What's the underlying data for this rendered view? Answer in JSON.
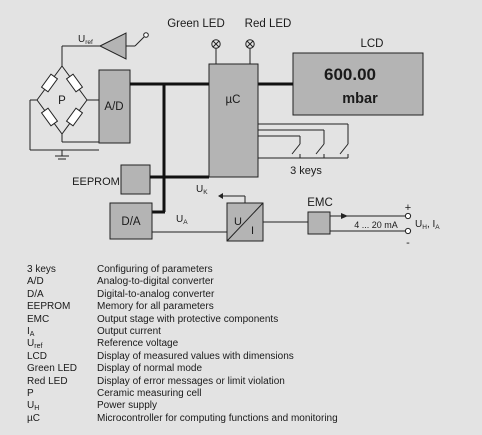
{
  "diagram": {
    "leds": {
      "green": "Green LED",
      "red": "Red LED"
    },
    "lcd": {
      "label": "LCD",
      "value": "600.00",
      "unit": "mbar"
    },
    "blocks": {
      "ad": "A/D",
      "uc": "µC",
      "eeprom": "EEPROM",
      "da": "D/A",
      "emc": "EMC",
      "bridge": "P"
    },
    "keys_label": "3 keys",
    "signals": {
      "uref_main": "U",
      "uref_sub": "ref",
      "uk_main": "U",
      "uk_sub": "K",
      "ua_main": "U",
      "ua_sub": "A",
      "output_range": "4 ... 20 mA",
      "uh_main": "U",
      "uh_sub": "H",
      "ia_main": "I",
      "ia_sub": "A",
      "separator": ", ",
      "plus": "+",
      "minus": "-",
      "converter_u": "U",
      "converter_i": "I"
    }
  },
  "legend": [
    {
      "term": "3 keys",
      "desc": "Configuring of parameters"
    },
    {
      "term": "A/D",
      "desc": "Analog-to-digital converter"
    },
    {
      "term": "D/A",
      "desc": "Digital-to-analog converter"
    },
    {
      "term": "EEPROM",
      "desc": "Memory for all parameters"
    },
    {
      "term": "EMC",
      "desc": "Output stage with protective components"
    },
    {
      "term": "I",
      "term_sub": "A",
      "desc": "Output current"
    },
    {
      "term": "U",
      "term_sub": "ref",
      "desc": "Reference voltage"
    },
    {
      "term": "LCD",
      "desc": "Display of measured values with dimensions"
    },
    {
      "term": "Green LED",
      "desc": "Display of normal mode"
    },
    {
      "term": "Red LED",
      "desc": "Display of error messages or limit violation"
    },
    {
      "term": "P",
      "desc": "Ceramic measuring cell"
    },
    {
      "term": "U",
      "term_sub": "H",
      "desc": "Power supply"
    },
    {
      "term": "µC",
      "desc": "Microcontroller for computing functions and monitoring"
    }
  ]
}
